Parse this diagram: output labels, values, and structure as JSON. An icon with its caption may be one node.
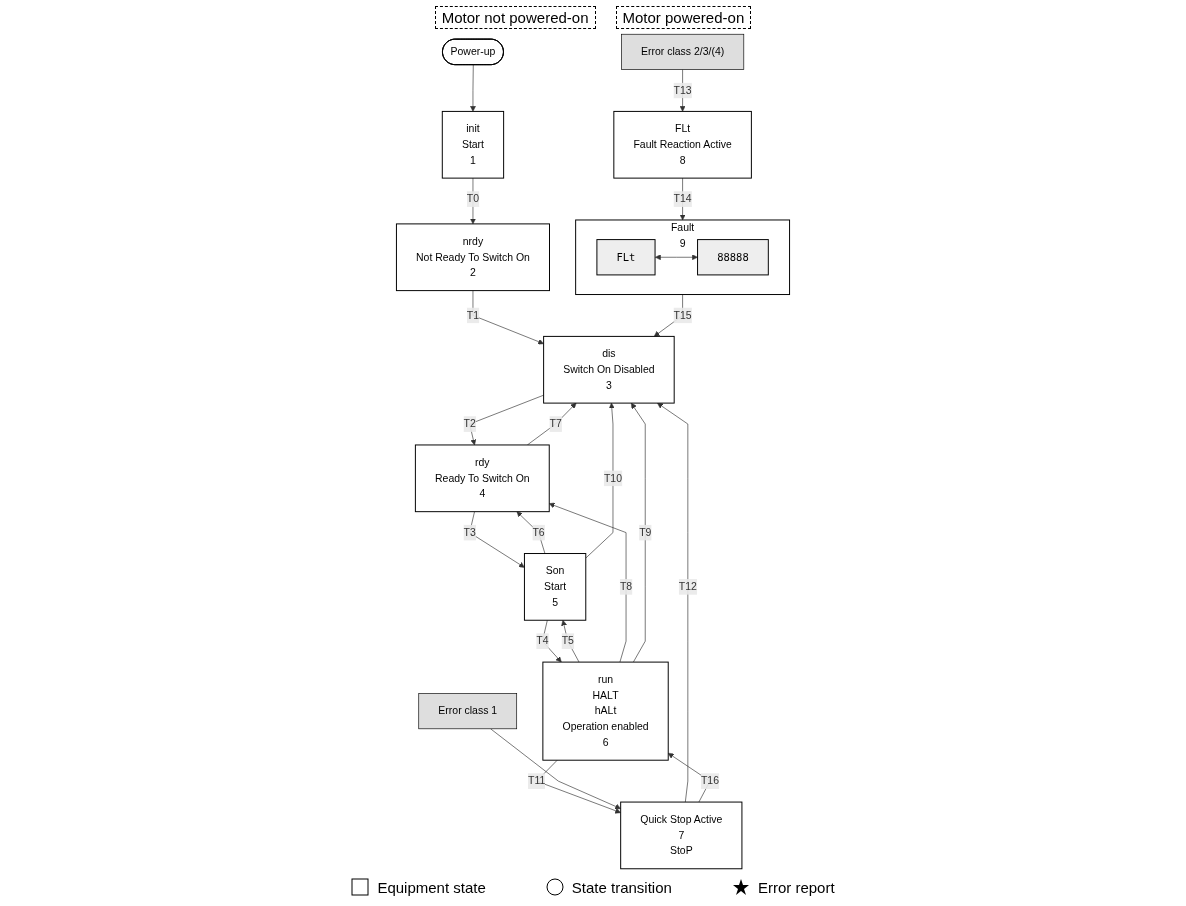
{
  "diagram": {
    "nodes": [
      {
        "text": [
          "Power-up"
        ]
      },
      {
        "text": [
          "init",
          "Start",
          "1"
        ]
      },
      {
        "text": [
          "nrdy",
          "Not Ready To Switch On",
          "2"
        ]
      },
      {
        "text": [
          "dis",
          "Switch On Disabled",
          "3"
        ]
      },
      {
        "text": [
          "rdy",
          "Ready To Switch On",
          "4"
        ]
      },
      {
        "text": [
          "Son",
          "Start",
          "5"
        ]
      },
      {
        "text": [
          "run",
          "HALT",
          "hALt",
          "Operation enabled",
          "6"
        ]
      },
      {
        "text": [
          "Quick Stop Active",
          "7",
          "StoP"
        ]
      },
      {
        "text": [
          "Fault",
          "9"
        ]
      },
      {
        "text": [
          "FLt"
        ],
        "in": 8
      },
      {
        "text": [
          "88888"
        ],
        "in": 8
      },
      {
        "text": [
          "FLt",
          "Fault Reaction Active",
          "8"
        ]
      },
      {
        "text": [
          "Error class 1"
        ]
      },
      {
        "text": [
          "Error class 2/3/(4)"
        ]
      }
    ],
    "edges": [
      {
        "from": 0,
        "to": 1,
        "arrow": "to"
      },
      {
        "from": 1,
        "to": 2,
        "arrow": "to",
        "label": "T0"
      },
      {
        "from": 2,
        "to": 3,
        "arrow": "to",
        "label": "T1"
      },
      {
        "from": 3,
        "to": 4,
        "arrow": "to",
        "label": "T2"
      },
      {
        "from": 4,
        "to": 5,
        "arrow": "to",
        "label": "T3"
      },
      {
        "from": 5,
        "to": 6,
        "arrow": "to",
        "label": "T4"
      },
      {
        "from": 6,
        "to": 5,
        "arrow": "to",
        "label": "T5"
      },
      {
        "from": 5,
        "to": 4,
        "arrow": "to",
        "label": "T6"
      },
      {
        "from": 4,
        "to": 3,
        "arrow": "to",
        "label": "T7"
      },
      {
        "from": 6,
        "to": 4,
        "arrow": "to",
        "label": "T8"
      },
      {
        "from": 6,
        "to": 3,
        "arrow": "to",
        "label": "T9"
      },
      {
        "from": 5,
        "to": 3,
        "arrow": "to",
        "label": "T10"
      },
      {
        "from": 6,
        "to": 7,
        "arrow": "to",
        "label": "T11"
      },
      {
        "from": 7,
        "to": 3,
        "arrow": "to",
        "label": "T12"
      },
      {
        "from": 13,
        "to": 11,
        "arrow": "to",
        "label": "T13"
      },
      {
        "from": 11,
        "to": 8,
        "arrow": "to",
        "label": "T14"
      },
      {
        "from": 8,
        "to": 3,
        "arrow": "to",
        "label": "T15"
      },
      {
        "from": 7,
        "to": 6,
        "arrow": "to",
        "label": "T16"
      },
      {
        "from": 12,
        "to": 7,
        "arrow": "to"
      },
      {
        "from": 9,
        "to": 10,
        "arrow": "both"
      }
    ],
    "labels": [
      "Motor not powered-on",
      "Motor powered-on"
    ],
    "legend": [
      {
        "text": "Equipment state"
      },
      {
        "text": "State transition"
      },
      {
        "text": "Error report"
      }
    ]
  }
}
